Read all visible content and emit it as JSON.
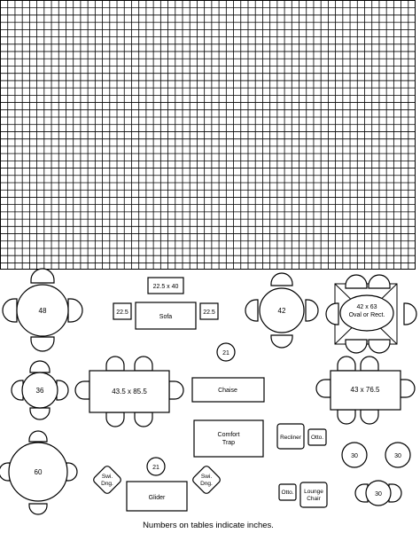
{
  "note": "Numbers on tables indicate inches.",
  "furniture": {
    "round48": "48",
    "sofa_table": "22.5 x 40",
    "end_table_left": "22.5",
    "sofa": "Sofa",
    "end_table_right": "22.5",
    "round42": "42",
    "oval_line1": "42 x 63",
    "oval_line2": "Oval or Rect.",
    "small_round_top": "21",
    "round36": "36",
    "rect_table_left": "43.5 x 85.5",
    "chaise": "Chaise",
    "rect_table_right": "43 x 76.5",
    "comfort_line1": "Comfort",
    "comfort_line2": "Trap",
    "recliner": "Recliner",
    "otto_top": "Otto.",
    "round60": "60",
    "round30_a": "30",
    "round30_b": "30",
    "small_round_bottom": "21",
    "swivel_left_line1": "Swi.",
    "swivel_left_line2": "Dng.",
    "swivel_right_line1": "Swi.",
    "swivel_right_line2": "Dng.",
    "glider": "Glider",
    "otto_bottom": "Otto.",
    "lounge_line1": "Lounge",
    "lounge_line2": "Chair",
    "round30_c": "30"
  }
}
